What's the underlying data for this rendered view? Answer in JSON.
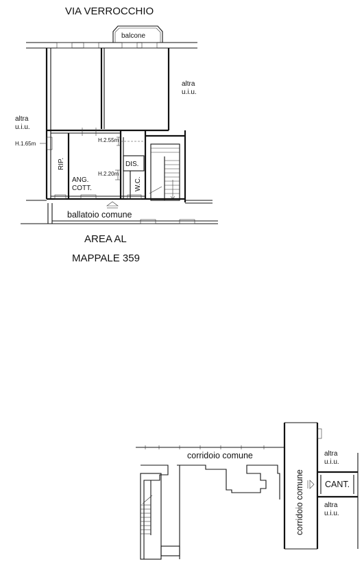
{
  "top_plan": {
    "street_label": "VIA VERROCCHIO",
    "balcony_label": "balcone",
    "altra_uiu_right": [
      "altra",
      "u.i.u."
    ],
    "altra_uiu_left": [
      "altra",
      "u.i.u."
    ],
    "heights": {
      "h165": "H.1.65m",
      "h255": "H.2.55m",
      "h220": "H.2.20m"
    },
    "rooms": {
      "rip": "RIP.",
      "dis": "DIS.",
      "wc": "W.C.",
      "ang_cott": [
        "ANG.",
        "COTT."
      ]
    },
    "ballatoio_label": "ballatoio comune",
    "area_label_line1": "AREA AL",
    "area_label_line2": "MAPPALE 359"
  },
  "bottom_plan": {
    "corridoio_horizontal": "corridoio comune",
    "corridoio_vertical": "corridoio comune",
    "altra_uiu_top": [
      "altra",
      "u.i.u."
    ],
    "cantina": "CANT.",
    "altra_uiu_bottom": [
      "altra",
      "u.i.u."
    ]
  }
}
